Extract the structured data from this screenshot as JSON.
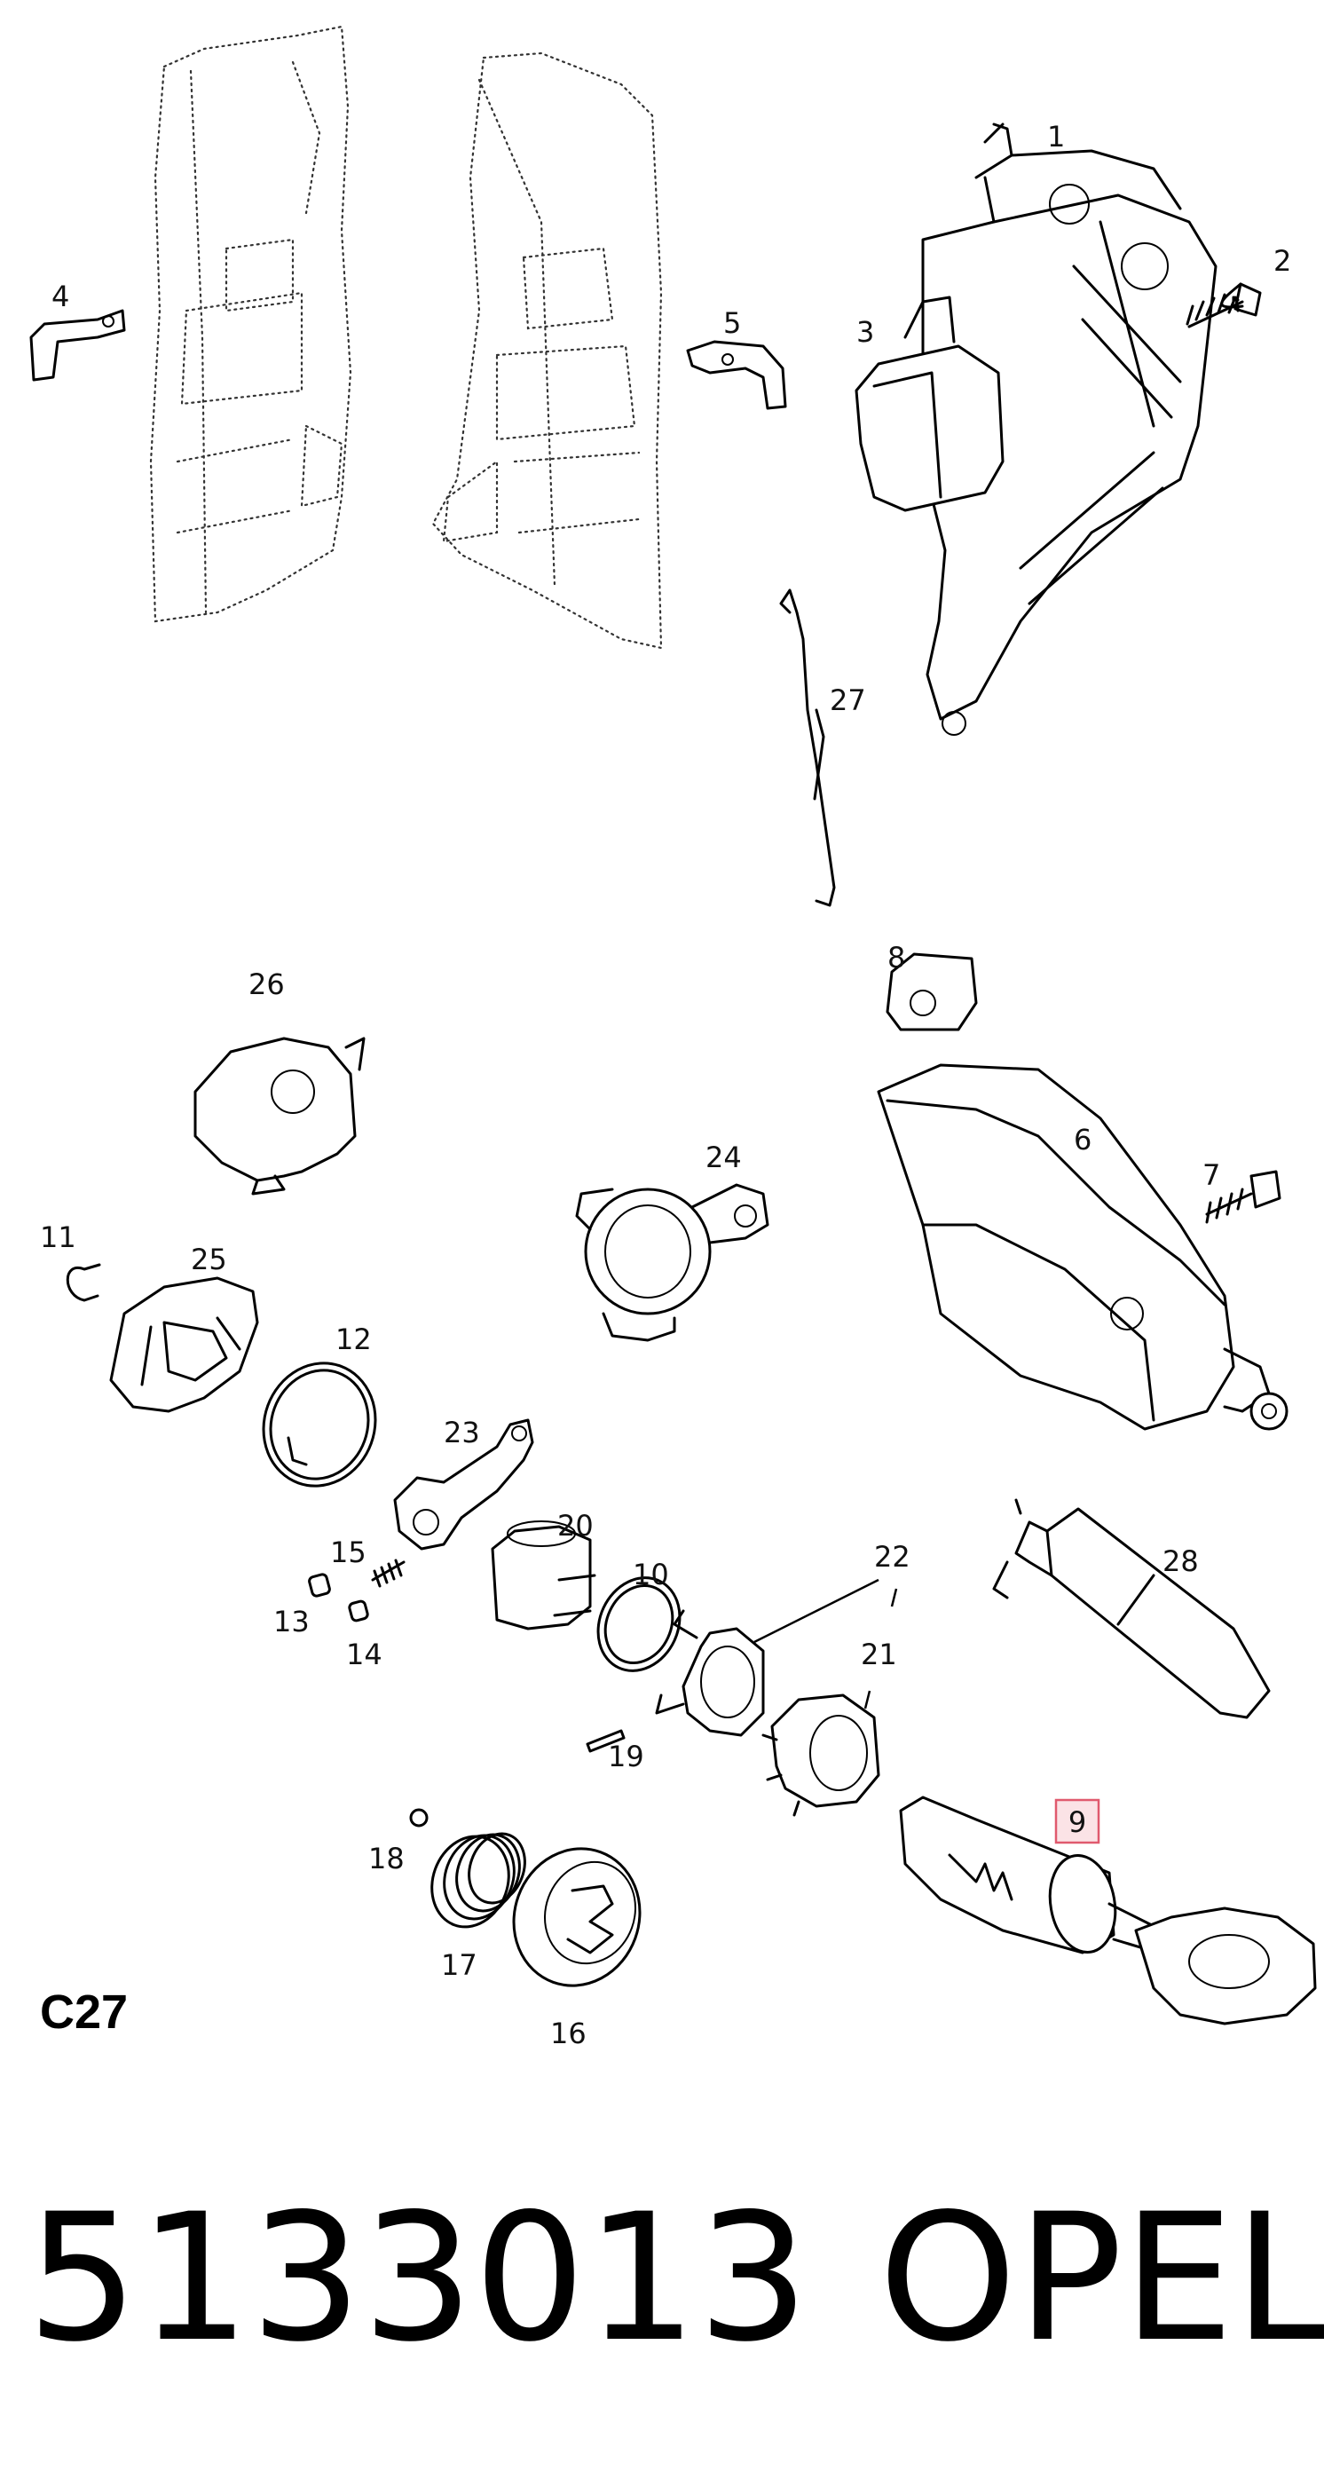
{
  "figure_id": "C27",
  "part_number": "5133013",
  "brand": "OPEL",
  "highlighted_callout": "9",
  "callouts": {
    "c1": "1",
    "c2": "2",
    "c3": "3",
    "c4": "4",
    "c5": "5",
    "c6": "6",
    "c7": "7",
    "c8": "8",
    "c9": "9",
    "c10": "10",
    "c11": "11",
    "c12": "12",
    "c13": "13",
    "c14": "14",
    "c15": "15",
    "c16": "16",
    "c17": "17",
    "c18": "18",
    "c19": "19",
    "c20": "20",
    "c21": "21",
    "c22": "22",
    "c23": "23",
    "c24": "24",
    "c25": "25",
    "c26": "26",
    "c27": "27",
    "c28": "28"
  },
  "colors": {
    "highlight_fill": "#fbe3e6",
    "highlight_stroke": "#e05a6e",
    "line": "#000000"
  }
}
